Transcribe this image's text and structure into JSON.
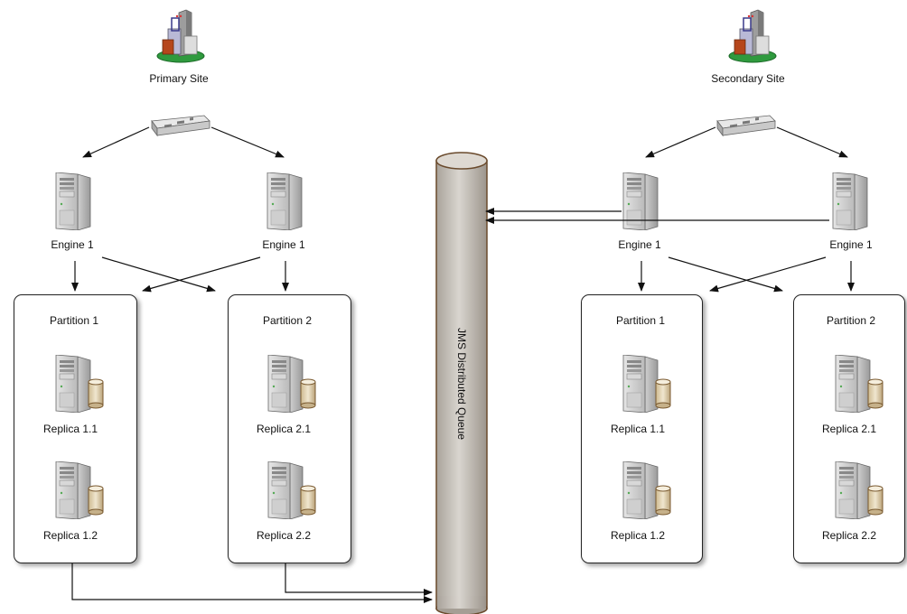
{
  "primary_site": {
    "label": "Primary Site",
    "engines": [
      "Engine 1",
      "Engine 1"
    ],
    "partitions": [
      {
        "label": "Partition 1",
        "replicas": [
          "Replica 1.1",
          "Replica 1.2"
        ]
      },
      {
        "label": "Partition 2",
        "replicas": [
          "Replica 2.1",
          "Replica 2.2"
        ]
      }
    ]
  },
  "secondary_site": {
    "label": "Secondary Site",
    "engines": [
      "Engine 1",
      "Engine 1"
    ],
    "partitions": [
      {
        "label": "Partition 1",
        "replicas": [
          "Replica 1.1",
          "Replica 1.2"
        ]
      },
      {
        "label": "Partition 2",
        "replicas": [
          "Replica 2.1",
          "Replica 2.2"
        ]
      }
    ]
  },
  "queue": {
    "label": "JMS Distributed Queue"
  },
  "icons": {
    "site": "datacenter-buildings-icon",
    "router": "network-switch-icon",
    "engine": "server-tower-icon",
    "replica": "server-with-database-icon"
  },
  "colors": {
    "queue_fill": "#c9c4bd",
    "queue_stroke": "#6a4a2c",
    "arrow": "#111111"
  }
}
